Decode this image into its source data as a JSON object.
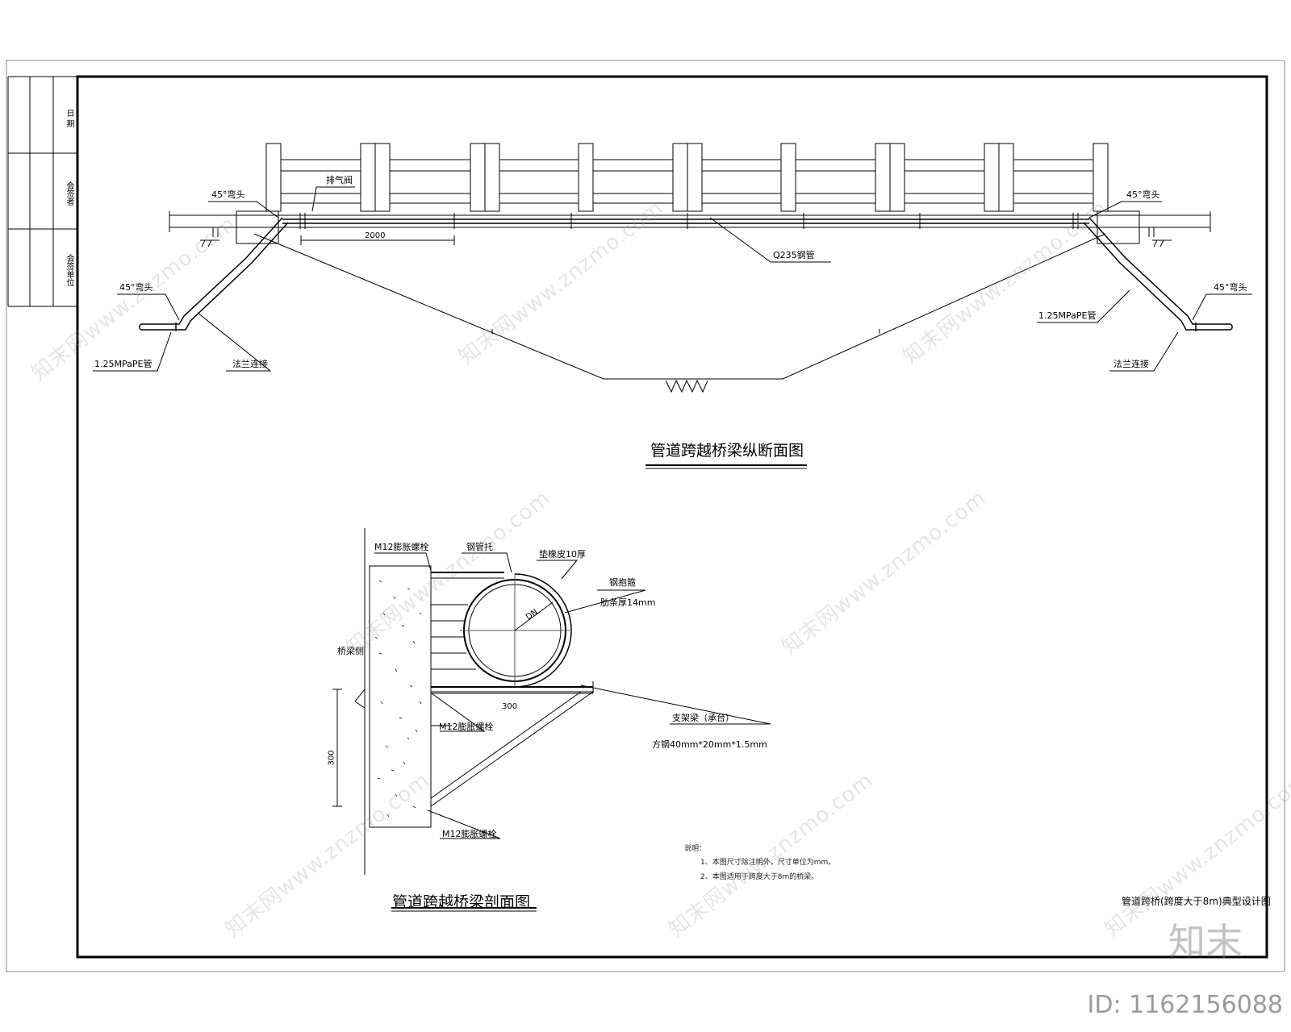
{
  "title_block": {
    "date_label": "日 期",
    "countersign_label": "会签者",
    "countersign_unit_label": "会签单位"
  },
  "longitudinal": {
    "title": "管道跨越桥梁纵断面图",
    "elbow_top_left": "45°弯头",
    "elbow_top_right": "45°弯头",
    "elbow_bottom_left": "45°弯头",
    "elbow_bottom_right": "45°弯头",
    "exhaust_valve": "排气阀",
    "dimension": "2000",
    "steel_pipe": "Q235钢管",
    "pe_pipe_left": "1.25MPaPE管",
    "pe_pipe_right": "1.25MPaPE管",
    "flange_left": "法兰连接",
    "flange_right": "法兰连接"
  },
  "section": {
    "title": "管道跨越桥梁剖面图",
    "bolt_top": "M12膨胀螺栓",
    "pipe_bracket": "钢管托",
    "rubber_pad": "垫橡皮10厚",
    "steel_hoop": "钢抱箍",
    "rib_thickness": "肋条厚14mm",
    "dn": "DN",
    "bridge_side": "桥梁侧",
    "dim_300_h": "300",
    "dim_300_v": "300",
    "bolt_mid": "M12膨胀螺栓",
    "bolt_bottom": "M12膨胀螺栓",
    "support_beam": "支架梁（承台）",
    "square_steel": "方钢40mm*20mm*1.5mm"
  },
  "notes": {
    "heading": "说明：",
    "items": [
      "1、本图尺寸除注明外，尺寸单位为mm。",
      "2、本图适用于跨度大于8m的桥梁。"
    ]
  },
  "drawing_title": "管道跨桥(跨度大于8m)典型设计图",
  "watermark": {
    "text": "知末网www.znzmo.com",
    "brand": "知末",
    "image_id": "ID: 1162156088"
  },
  "colors": {
    "line": "#000000",
    "paper": "#ffffff"
  }
}
